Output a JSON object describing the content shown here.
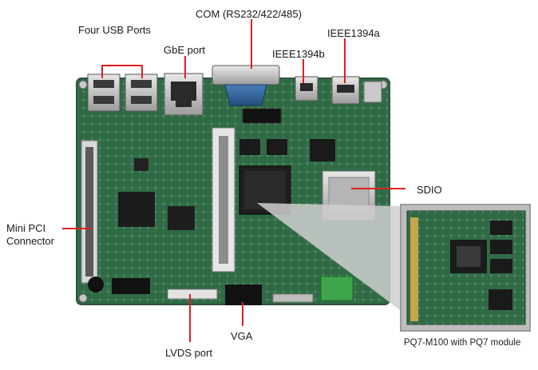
{
  "labels": {
    "usb": "Four USB Ports",
    "com": "COM (RS232/422/485)",
    "gbe": "GbE port",
    "ieee1394b": "IEEE1394b",
    "ieee1394a": "IEEE1394a",
    "sdio": "SDIO",
    "minipci_line1": "Mini PCI",
    "minipci_line2": "Connector",
    "vga": "VGA",
    "lvds": "LVDS port",
    "module_caption": "PQ7-M100 with PQ7 module"
  },
  "colors": {
    "callout_line": "#e02020",
    "pcb_green": "#2f6a45",
    "pcb_dark": "#1f4a30",
    "inset_border": "#9a9a9a",
    "inset_bg": "#d9d9d9"
  }
}
